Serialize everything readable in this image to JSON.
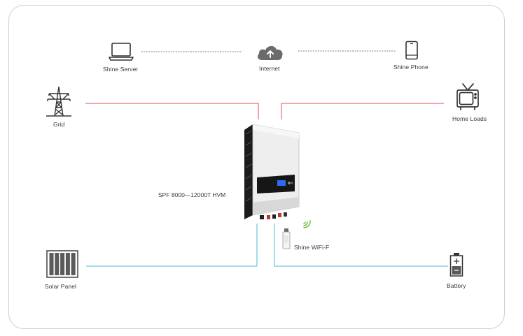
{
  "labels": {
    "shine_server": "Shine Server",
    "internet": "Internet",
    "shine_phone": "Shine Phone",
    "grid": "Grid",
    "home_loads": "Home Loads",
    "inverter_model": "SPF 8000—12000T HVM",
    "shine_wifi": "Shine WiFi-F",
    "solar_panel": "Solar Panel",
    "battery": "Battery"
  },
  "icons": {
    "server": "laptop-icon",
    "internet": "cloud-upload-icon",
    "phone": "tablet-phone-icon",
    "grid": "power-tower-icon",
    "home_loads": "television-icon",
    "inverter": "inverter-device",
    "wifi": "wifi-dongle-icon",
    "solar": "solar-panel-icon",
    "battery": "battery-icon"
  },
  "colors": {
    "ac_line": "#e0505a",
    "dc_line": "#45b9d6",
    "comm_line": "#555555",
    "wifi_signal": "#7bc043",
    "display": "#2b6cf0"
  }
}
